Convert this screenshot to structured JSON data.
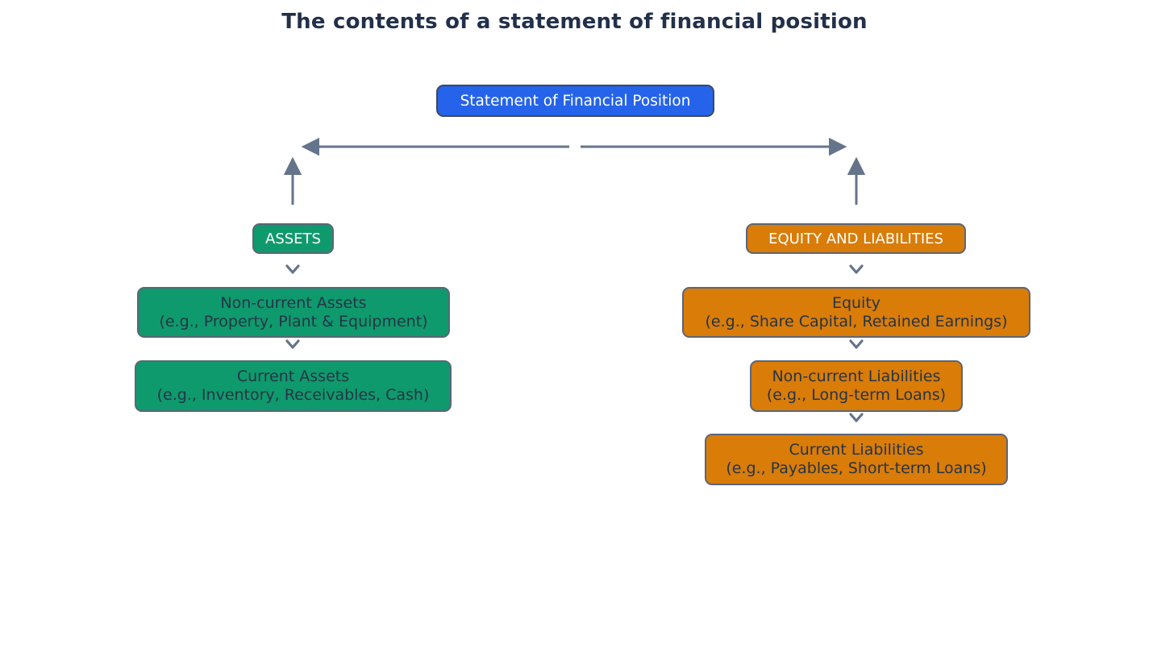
{
  "title": "The contents of a statement of financial position",
  "root": {
    "label": "Statement of Financial Position"
  },
  "left_branch": {
    "header": "ASSETS",
    "children": [
      {
        "title": "Non-current Assets",
        "subtitle": "(e.g., Property, Plant & Equipment)"
      },
      {
        "title": "Current Assets",
        "subtitle": "(e.g., Inventory, Receivables, Cash)"
      }
    ]
  },
  "right_branch": {
    "header": "EQUITY AND LIABILITIES",
    "children": [
      {
        "title": "Equity",
        "subtitle": "(e.g., Share Capital, Retained Earnings)"
      },
      {
        "title": "Non-current Liabilities",
        "subtitle": "(e.g., Long-term Loans)"
      },
      {
        "title": "Current Liabilities",
        "subtitle": "(e.g., Payables, Short-term Loans)"
      }
    ]
  },
  "colors": {
    "root_blue": "#2563eb",
    "assets_green": "#0e9a6c",
    "liabilities_orange": "#d97c08",
    "arrow_slate": "#64748b",
    "title_text": "#22304a",
    "sub_box_text": "#263447",
    "border": "#5b6678"
  }
}
